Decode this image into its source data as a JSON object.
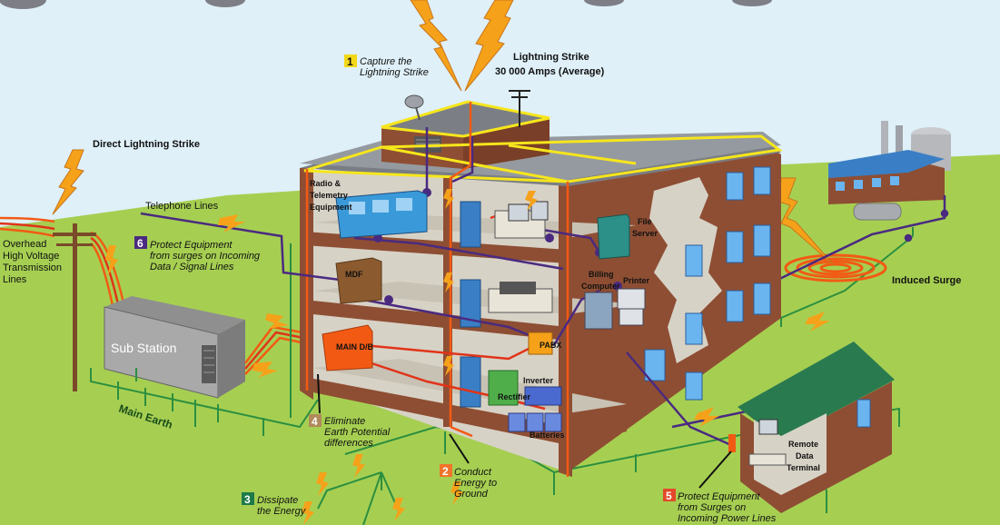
{
  "colors": {
    "sky": "#dff0f8",
    "grass": "#a6cf52",
    "brick": "#8e4e33",
    "wall_light": "#d7d2c6",
    "floor": "#c8c2b4",
    "earth_wire": "#2c8f3f",
    "signal_wire": "#4a2a80",
    "power_wire": "#f25a14",
    "roof_wire": "#f6e61c",
    "bolt": "#f5a21a",
    "step1": "#f3d817",
    "step2": "#f0752a",
    "step3": "#1d7a49",
    "step4": "#b08a5a",
    "step5": "#e2492a",
    "step6": "#4a2a80"
  },
  "labels": {
    "lightning_strike_title": "Lightning Strike",
    "lightning_strike_amps": "30 000 Amps (Average)",
    "direct_strike": "Direct Lightning Strike",
    "telephone_lines": "Telephone Lines",
    "overhead_1": "Overhead",
    "overhead_2": "High Voltage",
    "overhead_3": "Transmission",
    "overhead_4": "Lines",
    "sub_station": "Sub Station",
    "main_earth": "Main Earth",
    "induced_surge": "Induced Surge"
  },
  "equipment": {
    "radio_1": "Radio &",
    "radio_2": "Telemetry",
    "radio_3": "Equipment",
    "mdf": "MDF",
    "main_db": "MAIN D/B",
    "file_1": "File",
    "file_2": "Server",
    "billing_1": "Billing",
    "billing_2": "Computer",
    "printer": "Printer",
    "pabx": "PABX",
    "inverter": "Inverter",
    "rectifier": "Rectifier",
    "batteries": "Batteries",
    "remote_1": "Remote",
    "remote_2": "Data",
    "remote_3": "Terminal"
  },
  "steps": [
    {
      "number": "1",
      "line1": "Capture the",
      "line2": "Lightning Strike",
      "line3": ""
    },
    {
      "number": "2",
      "line1": "Conduct",
      "line2": "Energy to",
      "line3": "Ground"
    },
    {
      "number": "3",
      "line1": "Dissipate",
      "line2": "the Energy",
      "line3": ""
    },
    {
      "number": "4",
      "line1": "Eliminate",
      "line2": "Earth Potential",
      "line3": "differences"
    },
    {
      "number": "5",
      "line1": "Protect Equipment",
      "line2": "from Surges on",
      "line3": "Incoming Power Lines"
    },
    {
      "number": "6",
      "line1": "Protect Equipment",
      "line2": "from surges on Incoming",
      "line3": "Data / Signal Lines"
    }
  ]
}
